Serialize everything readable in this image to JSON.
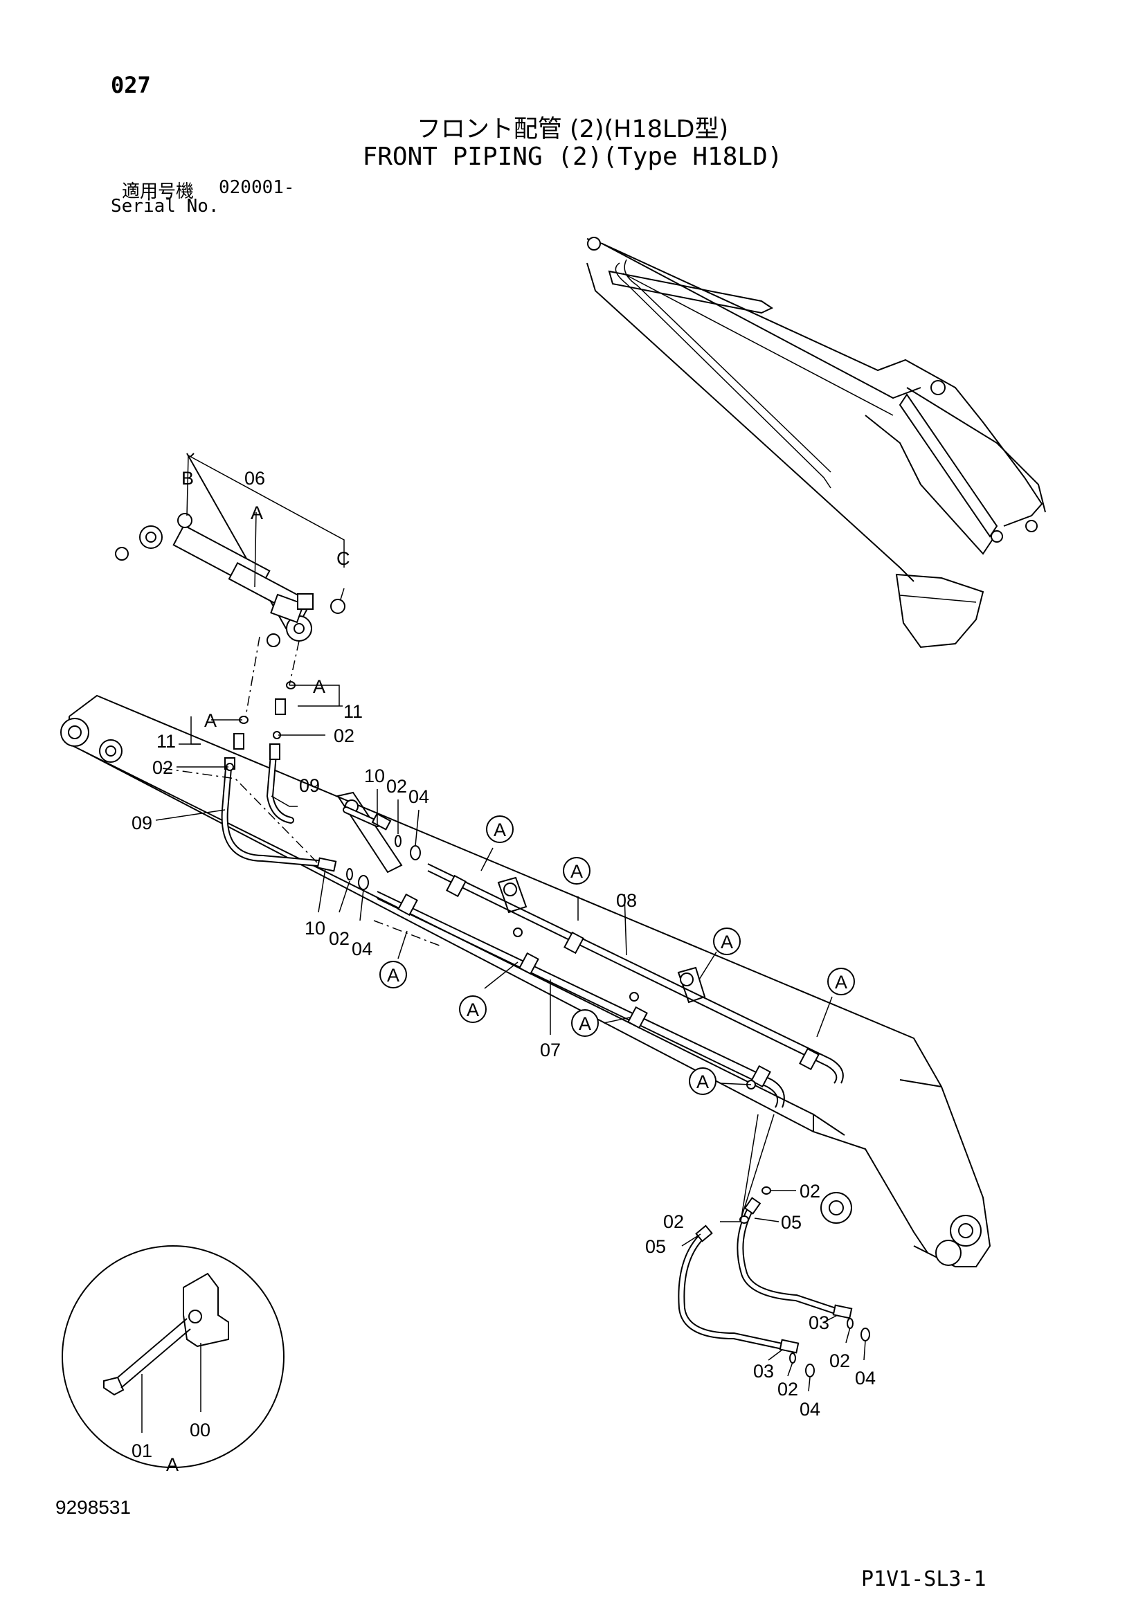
{
  "page_number": "027",
  "title_jp": "フロント配管 (2)(H18LD型)",
  "title_en": "FRONT PIPING (2)(Type H18LD)",
  "serial": {
    "label_jp": "適用号機",
    "value": "020001-",
    "label_en": "Serial No."
  },
  "callouts": {
    "c00": "00",
    "c01": "01",
    "c02": "02",
    "c03": "03",
    "c04": "04",
    "c05": "05",
    "c06": "06",
    "c07": "07",
    "c08": "08",
    "c09": "09",
    "c10": "10",
    "c11": "11",
    "cA": "A",
    "cB": "B",
    "cC": "C"
  },
  "document_number": "9298531",
  "sheet_reference": "P1V1-SL3-1"
}
